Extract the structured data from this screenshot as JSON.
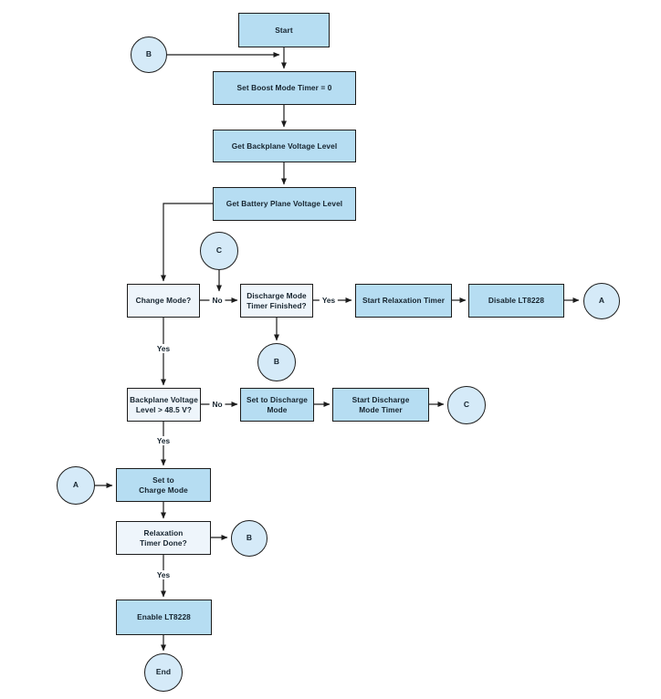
{
  "diagram": {
    "colors": {
      "background": "#ffffff",
      "process_fill": "#b6ddf2",
      "decision_fill": "#eef5fb",
      "circle_fill": "#d5eaf8",
      "stroke": "#1c1c1c",
      "text": "#15232e"
    },
    "nodes": {
      "start": "Start",
      "set_boost_mode_timer": "Set Boost Mode Timer = 0",
      "get_backplane_voltage": "Get Backplane Voltage Level",
      "get_battery_voltage": "Get Battery Plane Voltage Level",
      "change_mode": "Change Mode?",
      "discharge_timer_finished": "Discharge Mode\nTimer Finished?",
      "start_relaxation_timer": "Start Relaxation Timer",
      "disable_lt8228": "Disable LT8228",
      "backplane_over_485": "Backplane Voltage\nLevel > 48.5 V?",
      "set_discharge_mode": "Set to Discharge\nMode",
      "start_discharge_timer": "Start Discharge\nMode Timer",
      "set_charge_mode": "Set to\nCharge Mode",
      "relaxation_timer_done": "Relaxation\nTimer Done?",
      "enable_lt8228": "Enable LT8228"
    },
    "connectors": {
      "b_top": "B",
      "c_mid": "C",
      "a_right": "A",
      "b_mid": "B",
      "c_right": "C",
      "a_left": "A",
      "b_lower": "B",
      "end": "End"
    },
    "edge_labels": {
      "yes": "Yes",
      "no": "No"
    }
  }
}
